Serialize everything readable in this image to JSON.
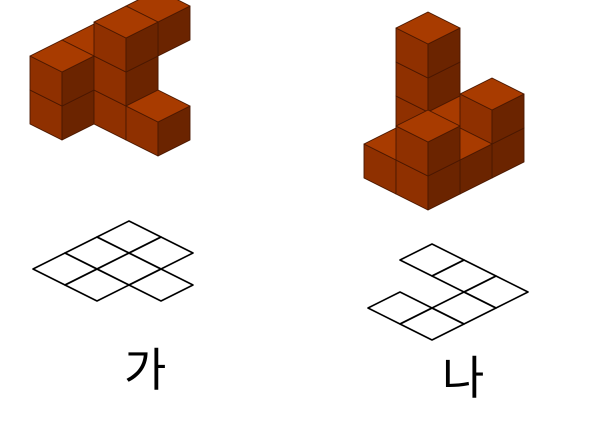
{
  "figures": [
    {
      "label": "가",
      "cubes": [
        [
          0,
          0,
          0
        ],
        [
          0,
          0,
          1
        ],
        [
          0,
          1,
          0
        ],
        [
          0,
          1,
          1
        ],
        [
          0,
          2,
          0
        ],
        [
          0,
          2,
          1
        ],
        [
          1,
          1,
          0
        ],
        [
          1,
          1,
          1
        ],
        [
          1,
          0,
          2
        ],
        [
          1,
          1,
          2
        ],
        [
          2,
          1,
          0
        ]
      ],
      "base_cells": [
        [
          0,
          0
        ],
        [
          1,
          0
        ],
        [
          0,
          1
        ],
        [
          1,
          1
        ],
        [
          0,
          2
        ],
        [
          1,
          2
        ],
        [
          2,
          1
        ]
      ]
    },
    {
      "label": "나",
      "cubes": [
        [
          0,
          0,
          0
        ],
        [
          0,
          0,
          1
        ],
        [
          0,
          0,
          2
        ],
        [
          1,
          0,
          0
        ],
        [
          2,
          0,
          0
        ],
        [
          2,
          0,
          1
        ],
        [
          2,
          1,
          0
        ],
        [
          2,
          2,
          0
        ],
        [
          2,
          2,
          1
        ],
        [
          1,
          2,
          0
        ]
      ],
      "base_cells": [
        [
          0,
          0
        ],
        [
          1,
          0
        ],
        [
          2,
          0
        ],
        [
          2,
          1
        ],
        [
          2,
          2
        ],
        [
          1,
          2
        ]
      ]
    }
  ],
  "colors": {
    "cube_top": "#a83b00",
    "cube_left": "#8f3000",
    "cube_right": "#6b2400",
    "cube_edge": "#4a1800",
    "grid_line": "#000000"
  }
}
